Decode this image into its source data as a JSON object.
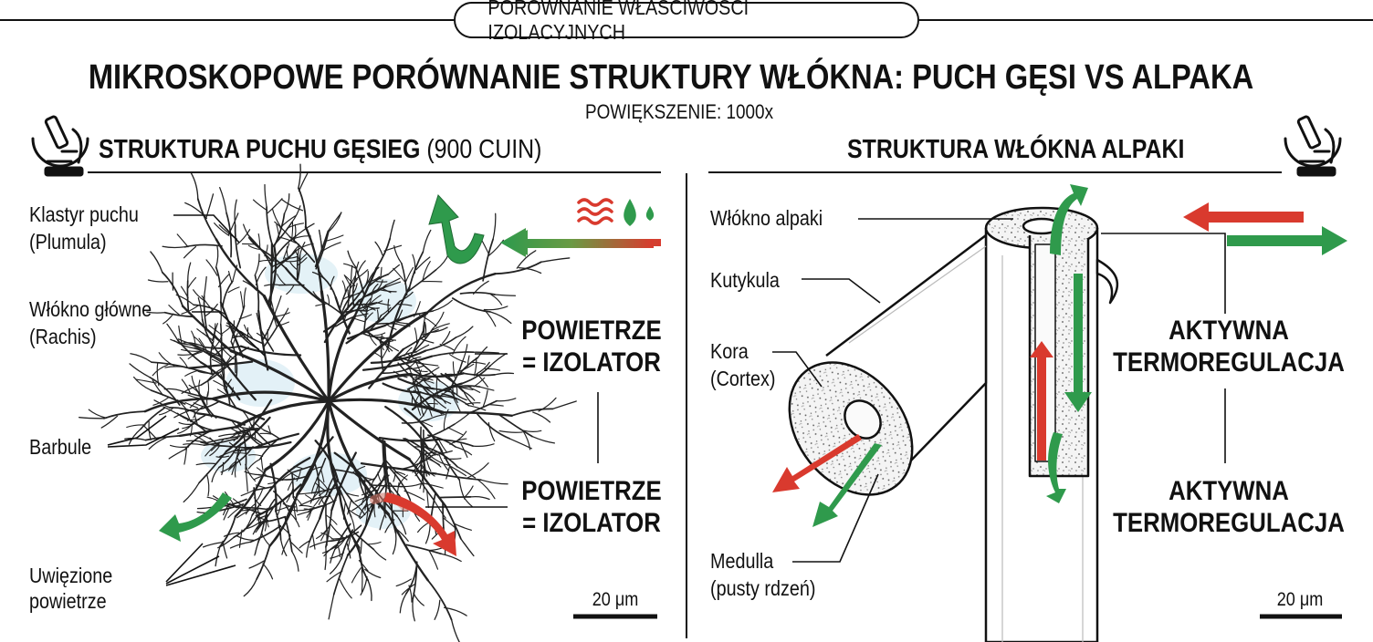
{
  "header": {
    "tag": "PORÓWNANIE WŁAŚCIWOŚCI IZOLACYJNYCH",
    "title": "MIKROSKOPOWE PORÓWNANIE STRUKTURY WŁÓKNA: PUCH GĘSI VS ALPAKA",
    "subtitle": "POWIĘKSZENIE: 1000x"
  },
  "left": {
    "heading_bold": "STRUKTURA PUCHU GĘSIEG",
    "heading_light": " (900 CUIN)",
    "labels": {
      "cluster_1": "Klastyr puchu",
      "cluster_2": "(Plumula)",
      "rachis_1": "Włókno główne",
      "rachis_2": "(Rachis)",
      "barbule": "Barbule",
      "trapped_1": "Uwięzione",
      "trapped_2": "powietrze"
    },
    "callout_top_1": "POWIETRZE",
    "callout_top_2": "= IZOLATOR",
    "callout_bottom_1": "POWIETRZE",
    "callout_bottom_2": "= IZOLATOR",
    "scale": "20 μm"
  },
  "right": {
    "heading": "STRUKTURA WŁÓKNA ALPAKI",
    "labels": {
      "fiber": "Włókno alpaki",
      "cuticle": "Kutykula",
      "cortex_1": "Kora",
      "cortex_2": "(Cortex)",
      "medulla_1": "Medulla",
      "medulla_2": "(pusty rdzeń)"
    },
    "callout_top_1": "AKTYWNA",
    "callout_top_2": "TERMOREGULACJA",
    "callout_bottom_1": "AKTYWNA",
    "callout_bottom_2": "TERMOREGULACJA",
    "scale": "20 μm"
  },
  "icons": [
    "microscope-icon",
    "heat-waves-icon",
    "water-drop-icon"
  ],
  "colors": {
    "warm": "#d93a2e",
    "cool": "#2f9a4c",
    "ink": "#111111"
  }
}
